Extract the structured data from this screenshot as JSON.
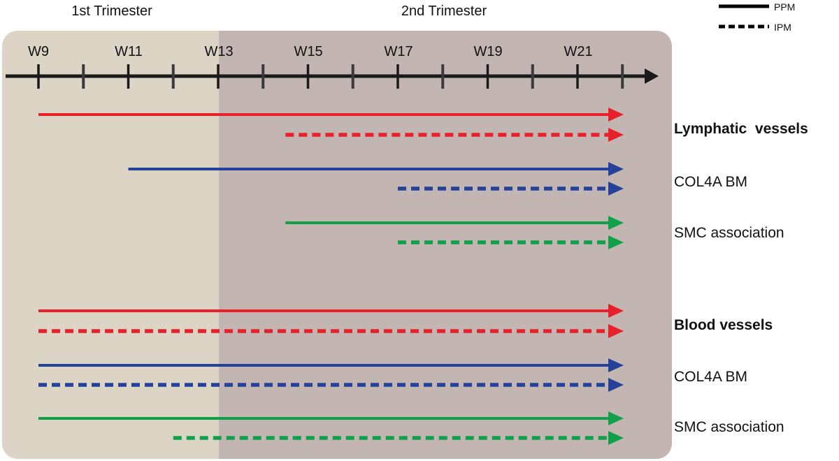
{
  "trimesters": [
    {
      "label": "1st Trimester"
    },
    {
      "label": "2nd Trimester"
    }
  ],
  "legend": [
    {
      "label": "PPM",
      "style": "solid"
    },
    {
      "label": "IPM",
      "style": "dashed"
    }
  ],
  "week_labels": [
    "W9",
    "W11",
    "W13",
    "W15",
    "W17",
    "W19",
    "W21"
  ],
  "colors": {
    "first_trimester_bg": "#dcd4c5",
    "second_trimester_bg": "#c3b5b1",
    "axis": "#1a1a1a",
    "red": "#e8202a",
    "blue": "#24429a",
    "green": "#11a04a"
  },
  "groups": [
    {
      "title": "Lymphatic  vessels",
      "rows": [
        {
          "label": "",
          "color": "red",
          "solid_start_week": 9,
          "dashed_start_week": 14.5
        },
        {
          "label": "COL4A BM",
          "color": "blue",
          "solid_start_week": 11,
          "dashed_start_week": 17
        },
        {
          "label": "SMC association",
          "color": "green",
          "solid_start_week": 14.5,
          "dashed_start_week": 17
        }
      ]
    },
    {
      "title": "Blood vessels",
      "rows": [
        {
          "label": "",
          "color": "red",
          "solid_start_week": 9,
          "dashed_start_week": 9
        },
        {
          "label": "COL4A BM",
          "color": "blue",
          "solid_start_week": 9,
          "dashed_start_week": 9
        },
        {
          "label": "SMC association",
          "color": "green",
          "solid_start_week": 9,
          "dashed_start_week": 12
        }
      ]
    }
  ]
}
